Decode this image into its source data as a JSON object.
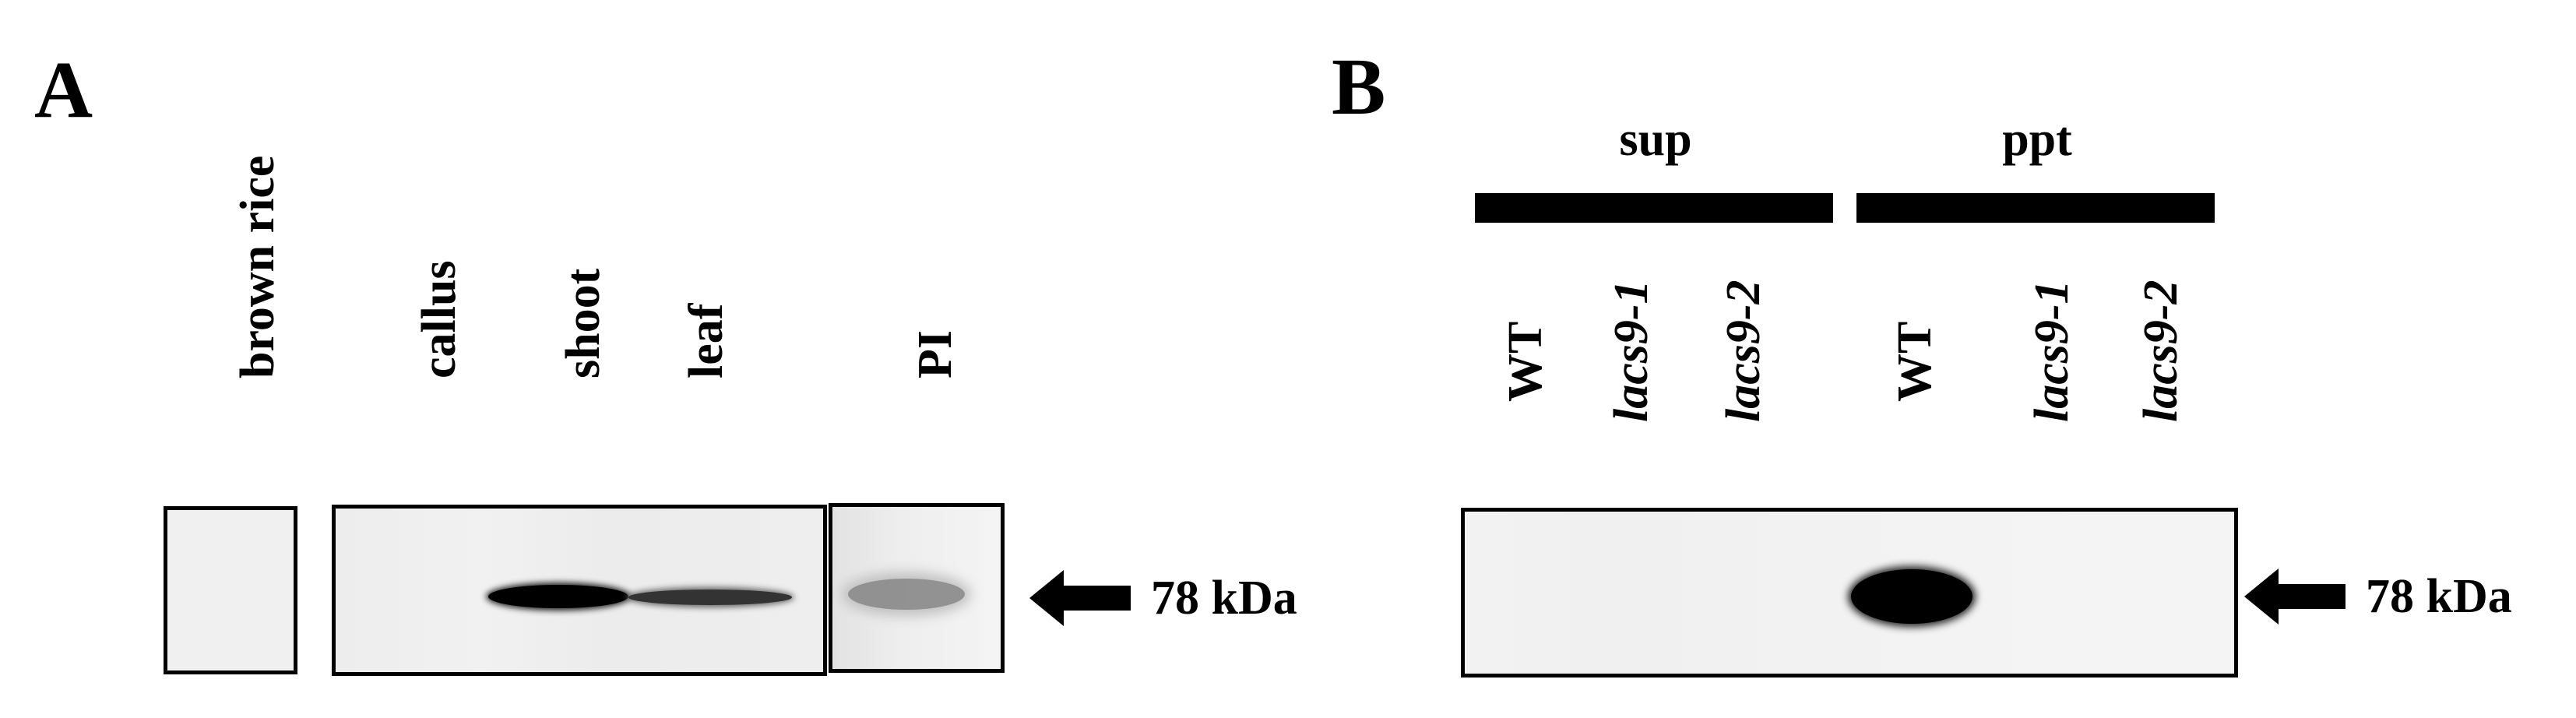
{
  "panel_a": {
    "letter": "A",
    "lanes": [
      "brown rice",
      "callus",
      "shoot",
      "leaf",
      "PI"
    ],
    "marker_label": "78 kDa"
  },
  "panel_b": {
    "letter": "B",
    "groups": [
      "sup",
      "ppt"
    ],
    "lanes": [
      "WT",
      "lacs9-1",
      "lacs9-2",
      "WT",
      "lacs9-1",
      "lacs9-2"
    ],
    "marker_label": "78 kDa"
  },
  "colors": {
    "band": "#000000",
    "blot_background": "#f2f2f2",
    "frame": "#000000"
  },
  "icons": [
    "left-arrow-icon"
  ]
}
